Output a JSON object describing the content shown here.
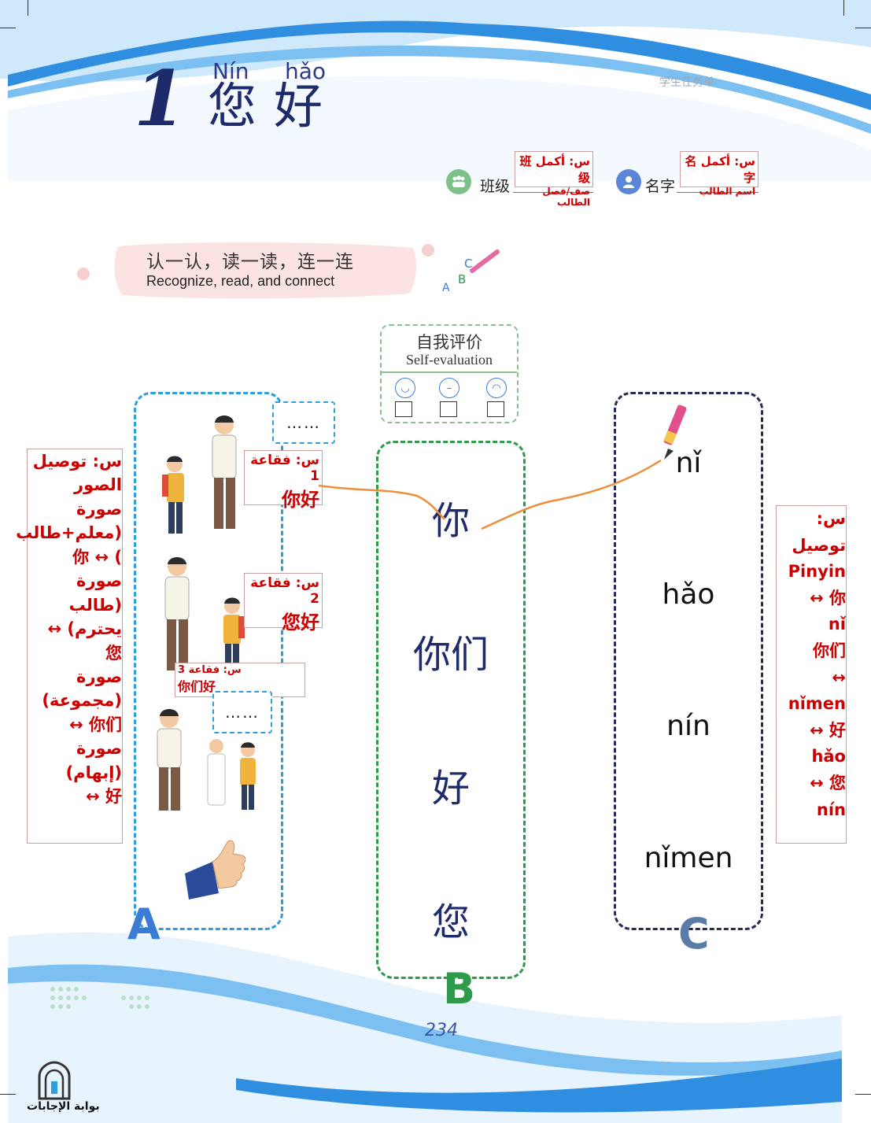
{
  "header": {
    "lesson_number": "1",
    "title_pinyin": [
      "Nín",
      "hǎo"
    ],
    "title_hanzi": [
      "您",
      "好"
    ],
    "task_sheet_label": "学生任务单"
  },
  "fields": {
    "class": {
      "label": "班级",
      "annotation_line1": "س: أكمل 班级",
      "annotation_line2": "صف/فصل الطالب",
      "icon": "group-icon"
    },
    "name": {
      "label": "名字",
      "annotation_line1": "س: أكمل 名字",
      "annotation_line2": "اسم الطالب",
      "icon": "user-icon"
    }
  },
  "instruction": {
    "chinese": "认一认，读一读，连一连",
    "english": "Recognize, read, and connect"
  },
  "self_evaluation": {
    "chinese": "自我评价",
    "english": "Self-evaluation",
    "faces": [
      "happy-face-icon",
      "neutral-face-icon",
      "sad-face-icon"
    ]
  },
  "column_a": {
    "letter": "A",
    "bubble1": "……",
    "bubble2": "……",
    "annotation1_q": "س: فقاعة 1",
    "annotation1_a": "你好",
    "annotation2_q": "س: فقاعة 2",
    "annotation2_a": "您好",
    "annotation3_q": "س: فقاعة 3",
    "annotation3_a": "你们好"
  },
  "column_b": {
    "letter": "B",
    "items": [
      "你",
      "你们",
      "好",
      "您"
    ]
  },
  "column_c": {
    "letter": "C",
    "items": [
      "nǐ",
      "hǎo",
      "nín",
      "nǐmen"
    ]
  },
  "left_annotation": {
    "lines": [
      "س: توصيل",
      "الصور",
      "صورة",
      "(معلم+طالب",
      ") ↔ 你",
      "صورة (طالب",
      "يحترم) ↔",
      "您",
      "صورة",
      "(مجموعة)",
      "你们 ↔",
      "صورة (إبهام)",
      "好 ↔"
    ]
  },
  "right_annotation": {
    "lines": [
      "س:",
      "توصيل",
      "Pinyin",
      "你 ↔",
      "nǐ",
      "你们",
      "↔",
      "nǐmen",
      "好 ↔",
      "hǎo",
      "您 ↔",
      "nín"
    ]
  },
  "footer": {
    "page_number": "234",
    "portal_label": "بوابة الإجابات",
    "colors": {
      "blue_wave": "#2f8ee0",
      "light_wave": "#bfe3fb",
      "annotation_red": "#cc0000"
    }
  }
}
